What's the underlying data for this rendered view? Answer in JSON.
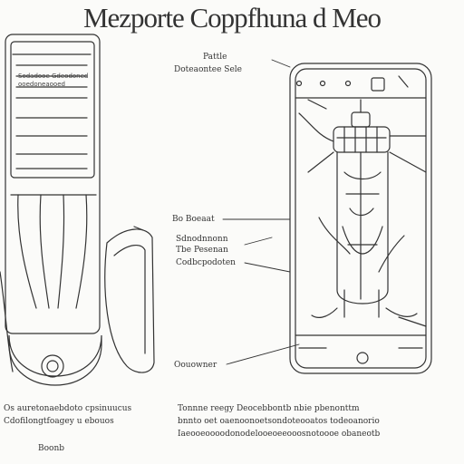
{
  "title": "Mezporte Coppfhuna d Meo",
  "labels": {
    "top": [
      "Pattle",
      "Doteaontee Sele"
    ],
    "mid": [
      "Bo Boeaat"
    ],
    "side": [
      "Sdnodnnonn",
      "Tbe Pesenan",
      "Codbcpodoten"
    ],
    "bottom": "Oouowner"
  },
  "panel_text": "Sodadooe Gdeodoned ooedoneaooed",
  "captions": {
    "left": [
      "Os auretonaebdoto cpsinuucus",
      "Cdofilongtfoagey u ebouos"
    ],
    "left_footer": "Boonb",
    "right": [
      "Tonnne reegy Deocebbontb nbie pbenonttm",
      "bnnto oet oaenoonoetsondoteooatos todeoanorio",
      "Iaeooeoooodonodelooeoeeooosnotoooe obaneotb"
    ]
  },
  "colors": {
    "ink": "#333333",
    "paper": "#fbfbf9"
  }
}
